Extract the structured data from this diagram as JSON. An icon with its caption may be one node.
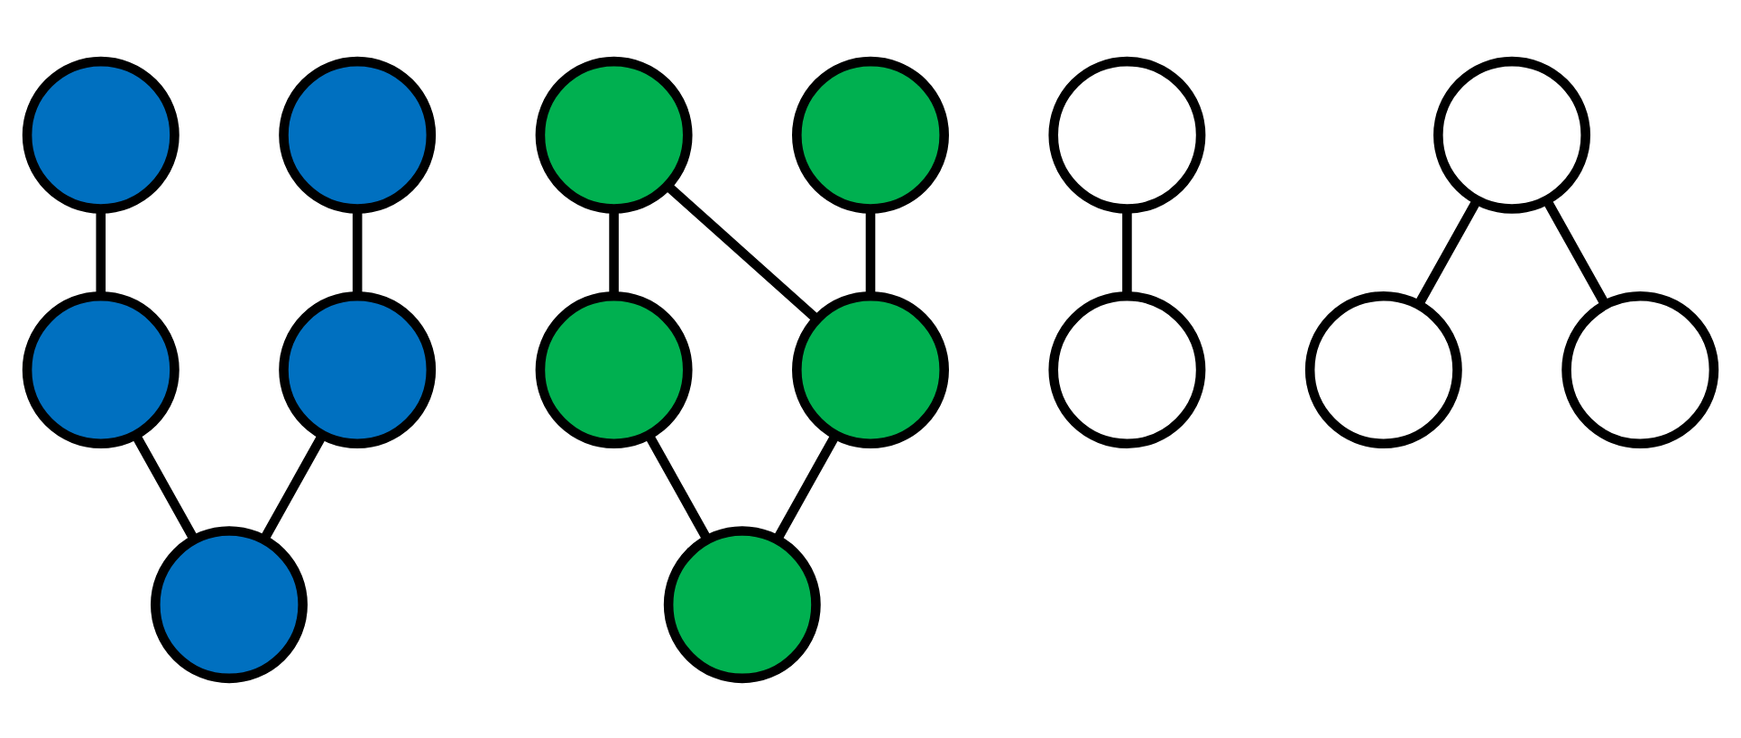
{
  "diagram": {
    "nodes": [
      {
        "text": [],
        "shape": "circle"
      },
      {
        "text": [],
        "shape": "circle"
      },
      {
        "text": [],
        "shape": "circle"
      },
      {
        "text": [],
        "shape": "circle"
      },
      {
        "text": [],
        "shape": "circle"
      },
      {
        "text": [],
        "shape": "circle"
      },
      {
        "text": [],
        "shape": "circle"
      },
      {
        "text": [],
        "shape": "circle"
      },
      {
        "text": [],
        "shape": "circle"
      },
      {
        "text": [],
        "shape": "circle"
      },
      {
        "text": [],
        "shape": "circle"
      },
      {
        "text": [],
        "shape": "circle"
      },
      {
        "text": [],
        "shape": "circle"
      },
      {
        "text": [],
        "shape": "circle"
      },
      {
        "text": [],
        "shape": "circle"
      }
    ],
    "edges": [
      {
        "from": 0,
        "to": 1,
        "arrow": "none"
      },
      {
        "from": 1,
        "to": 4,
        "arrow": "none"
      },
      {
        "from": 2,
        "to": 3,
        "arrow": "none"
      },
      {
        "from": 3,
        "to": 4,
        "arrow": "none"
      },
      {
        "from": 5,
        "to": 6,
        "arrow": "none"
      },
      {
        "from": 5,
        "to": 8,
        "arrow": "none"
      },
      {
        "from": 6,
        "to": 9,
        "arrow": "none"
      },
      {
        "from": 7,
        "to": 8,
        "arrow": "none"
      },
      {
        "from": 8,
        "to": 9,
        "arrow": "none"
      },
      {
        "from": 10,
        "to": 12,
        "arrow": "none"
      },
      {
        "from": 11,
        "to": 13,
        "arrow": "none"
      },
      {
        "from": 11,
        "to": 14,
        "arrow": "none"
      }
    ]
  }
}
